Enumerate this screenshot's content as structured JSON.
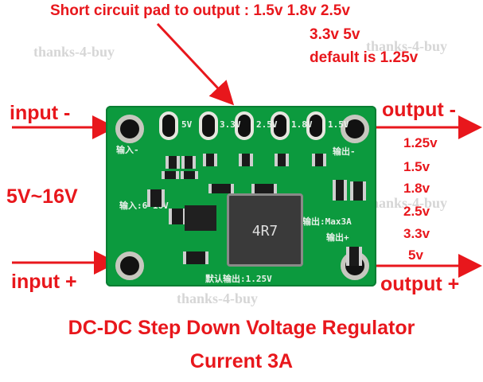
{
  "header": {
    "line1": "Short circuit pad to output : 1.5v 1.8v 2.5v",
    "line2": "3.3v 5v",
    "line3": "default is 1.25v"
  },
  "labels": {
    "input_minus": "input -",
    "input_plus": "input +",
    "output_minus": "output -",
    "output_plus": "output +",
    "input_range": "5V~16V"
  },
  "output_voltages": [
    "1.25v",
    "1.5v",
    "1.8v",
    "2.5v",
    "3.3v",
    "5v"
  ],
  "watermark": "thanks-4-buy",
  "footer": {
    "title": "DC-DC Step Down Voltage Regulator",
    "subtitle": "Current 3A"
  },
  "board": {
    "pad_labels": [
      "5V",
      "3.3V",
      "2.5V",
      "1.8V",
      "1.5V"
    ],
    "in_label": "输入-",
    "out_label": "输出-",
    "out_plus_label": "输出+",
    "max_label": "输出:Max3A",
    "default_label": "默认输出:1.25V",
    "vin_label": "输入:6-16V",
    "inductor_code": "4R7"
  },
  "colors": {
    "accent": "#e8171c",
    "pcb": "#0c9a3e"
  }
}
